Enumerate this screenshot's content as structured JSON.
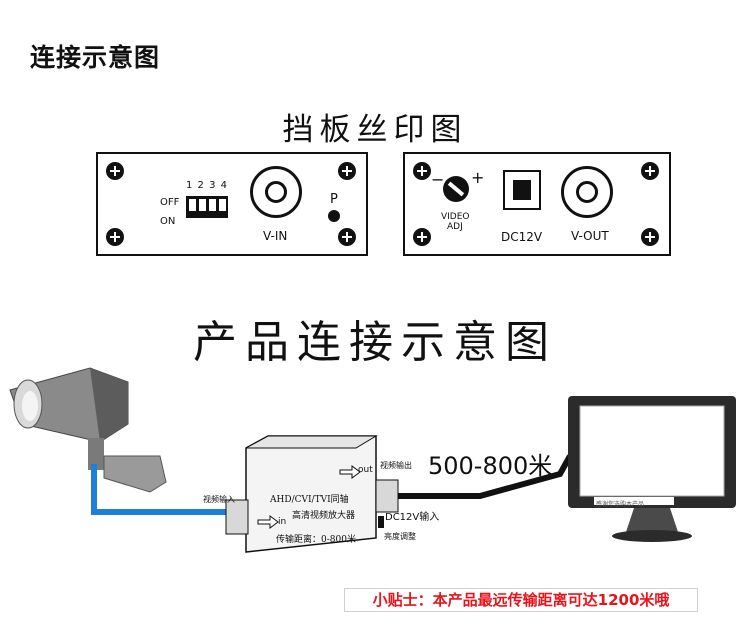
{
  "header": {
    "title": "连接示意图"
  },
  "panel_section": {
    "title": "挡板丝印图"
  },
  "left_panel": {
    "dip_numbers": "1 2 3 4",
    "off_label": "OFF",
    "on_label": "ON",
    "vin_label": "V-IN",
    "p_label": "P"
  },
  "right_panel": {
    "minus_sign": "−",
    "plus_sign": "+",
    "video_label": "VIDEO",
    "adj_label": "ADJ",
    "dc_label": "DC12V",
    "vout_label": "V-OUT"
  },
  "product_section": {
    "title": "产品连接示意图"
  },
  "diagram": {
    "video_in_label": "视频输入",
    "device_line1": "AHD/CVI/TVI同轴",
    "device_line2": "高清视频放大器",
    "device_line3": "传输距离：0-800米",
    "out_label": "out",
    "in_label": "in",
    "video_out_label": "视频输出",
    "dc_input_label": "DC12V输入",
    "brightness_label": "亮度调整",
    "distance_label": "500-800米",
    "monitor_screen_text": "感谢您选购本产品"
  },
  "tip": {
    "text": "小贴士：本产品最远传输距离可达1200米哦"
  },
  "colors": {
    "cable_blue": "#1e7fd8",
    "tip_red": "#e8141c"
  }
}
